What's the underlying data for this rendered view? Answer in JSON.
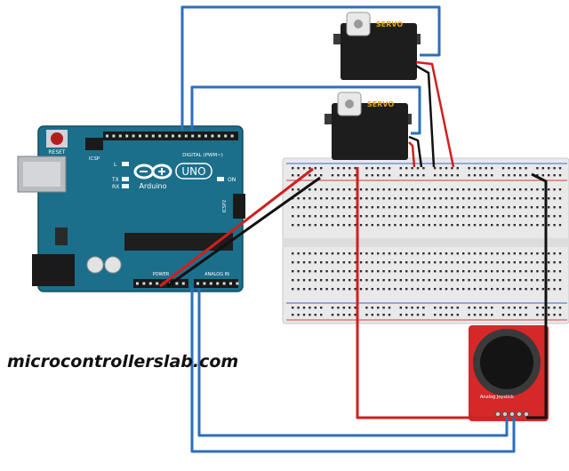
{
  "arduino": {
    "logo_text": "UNO",
    "brand": "Arduino",
    "reset_label": "RESET",
    "icsp_label": "ICSP",
    "icsp2_label": "ICSP2",
    "digital_header_label": "DIGITAL (PWM~)",
    "analog_header_label": "ANALOG IN",
    "power_header_label": "POWER",
    "led_l": "L",
    "led_tx": "TX",
    "led_rx": "RX",
    "led_on": "ON"
  },
  "servo_top": {
    "label": "SERVO"
  },
  "servo_bottom": {
    "label": "SERVO"
  },
  "joystick": {
    "label": "Analog Joystick"
  },
  "watermark": {
    "text": "microcontrollerslab.com"
  },
  "colors": {
    "board": "#1b6f8a",
    "wire_blue": "#2a6fc0",
    "wire_red": "#d11f1f",
    "wire_black": "#111111",
    "joystick_board": "#d62828",
    "servo_label": "#e3a21a",
    "breadboard": "#e8e8e8"
  }
}
